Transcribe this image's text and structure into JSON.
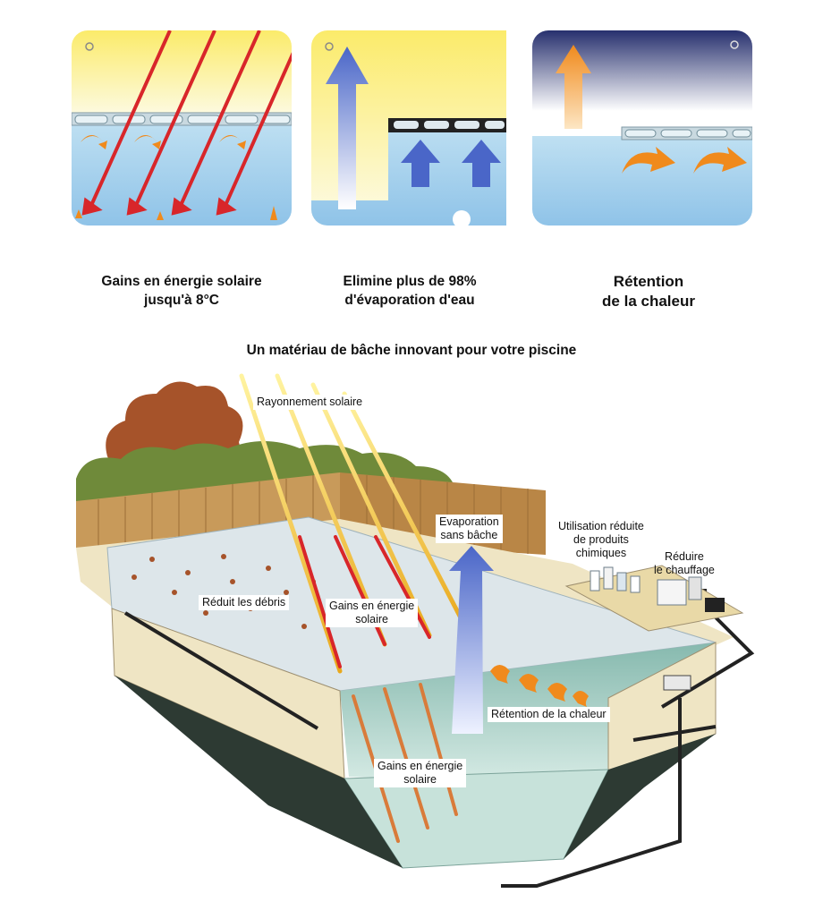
{
  "panels": [
    {
      "caption": "Gains en énergie solaire\njusqu'à 8°C"
    },
    {
      "caption": "Elimine plus de 98%\nd'évaporation d'eau"
    },
    {
      "caption": "Rétention\nde la chaleur"
    }
  ],
  "main": {
    "title": "Un matériau de bâche innovant pour votre piscine",
    "labels": {
      "solar_radiation": "Rayonnement solaire",
      "evaporation": "Evaporation\nsans bâche",
      "reduced_chemicals": "Utilisation réduite\nde produits\nchimiques",
      "reduce_heating": "Réduire\nle chauffage",
      "reduces_debris": "Réduit les débris",
      "solar_gain_top": "Gains en énergie\nsolaire",
      "heat_retention": "Rétention de la chaleur",
      "solar_gain_bottom": "Gains en énergie\nsolaire"
    }
  },
  "colors": {
    "water": "#a9d3ee",
    "sky_warm": "#f6e48a",
    "sky_night": "#27306e",
    "ray_red": "#d8262a",
    "arrow_blue": "#4a66c8",
    "arrow_orange": "#f08a1c",
    "fence": "#c89a5a",
    "hedge": "#6f8a3a",
    "tree": "#a6532a"
  }
}
